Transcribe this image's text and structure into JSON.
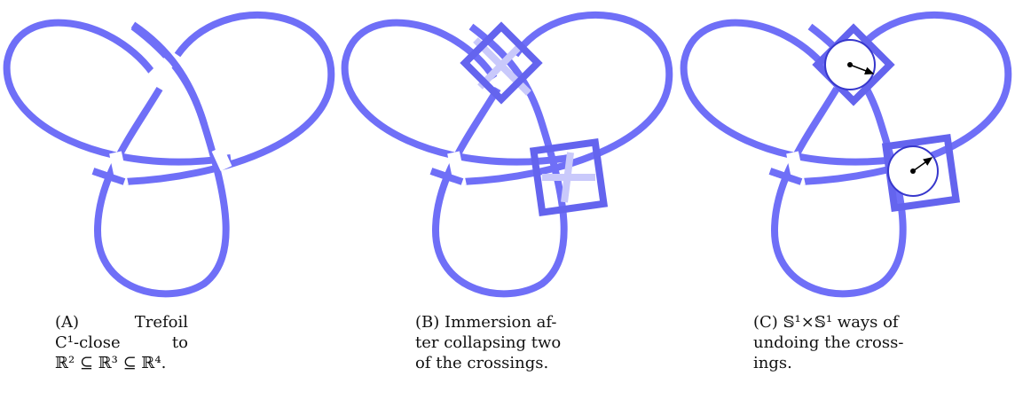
{
  "figure": {
    "captions": [
      {
        "tag": "(A)",
        "word": "Trefoil",
        "line2a": "C¹-close",
        "line2b": "to",
        "line3": "ℝ² ⊆ ℝ³ ⊆ ℝ⁴."
      },
      {
        "tag": "(B)",
        "line1": "Immersion af-",
        "line2": "ter collapsing two",
        "line3": "of the crossings."
      },
      {
        "tag": "(C)",
        "line1": "𝕊¹×𝕊¹ ways of",
        "line2": "undoing the cross-",
        "line3": "ings."
      }
    ]
  },
  "colors": {
    "knot": "#6f6ff7",
    "box": "#6464ee",
    "faint": "#c9c9fb",
    "circle": "#3737cc"
  }
}
